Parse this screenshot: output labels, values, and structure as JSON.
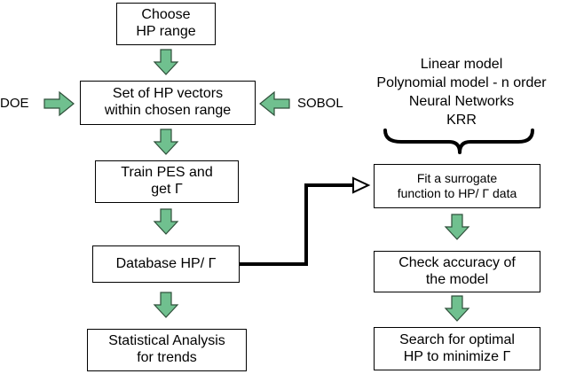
{
  "left_flow": {
    "choose_range": [
      "Choose",
      "HP range"
    ],
    "set_vectors": [
      "Set of HP vectors",
      "within chosen range"
    ],
    "train_pes": [
      "Train PES and",
      "get Γ"
    ],
    "database": "Database HP/ Γ",
    "statistical": [
      "Statistical Analysis",
      "for trends"
    ],
    "doe_label": "DOE",
    "sobol_label": "SOBOL"
  },
  "right_flow": {
    "models": [
      "Linear model",
      "Polynomial model - n order",
      "Neural Networks",
      "KRR"
    ],
    "fit": [
      "Fit a surrogate",
      "function to HP/ Γ data"
    ],
    "check": [
      "Check accuracy of",
      "the model"
    ],
    "search": [
      "Search for optimal",
      "HP to minimize Γ"
    ]
  },
  "colors": {
    "arrow_fill": "#70c08f",
    "arrow_stroke": "#2f4f3a",
    "border": "#000000"
  }
}
